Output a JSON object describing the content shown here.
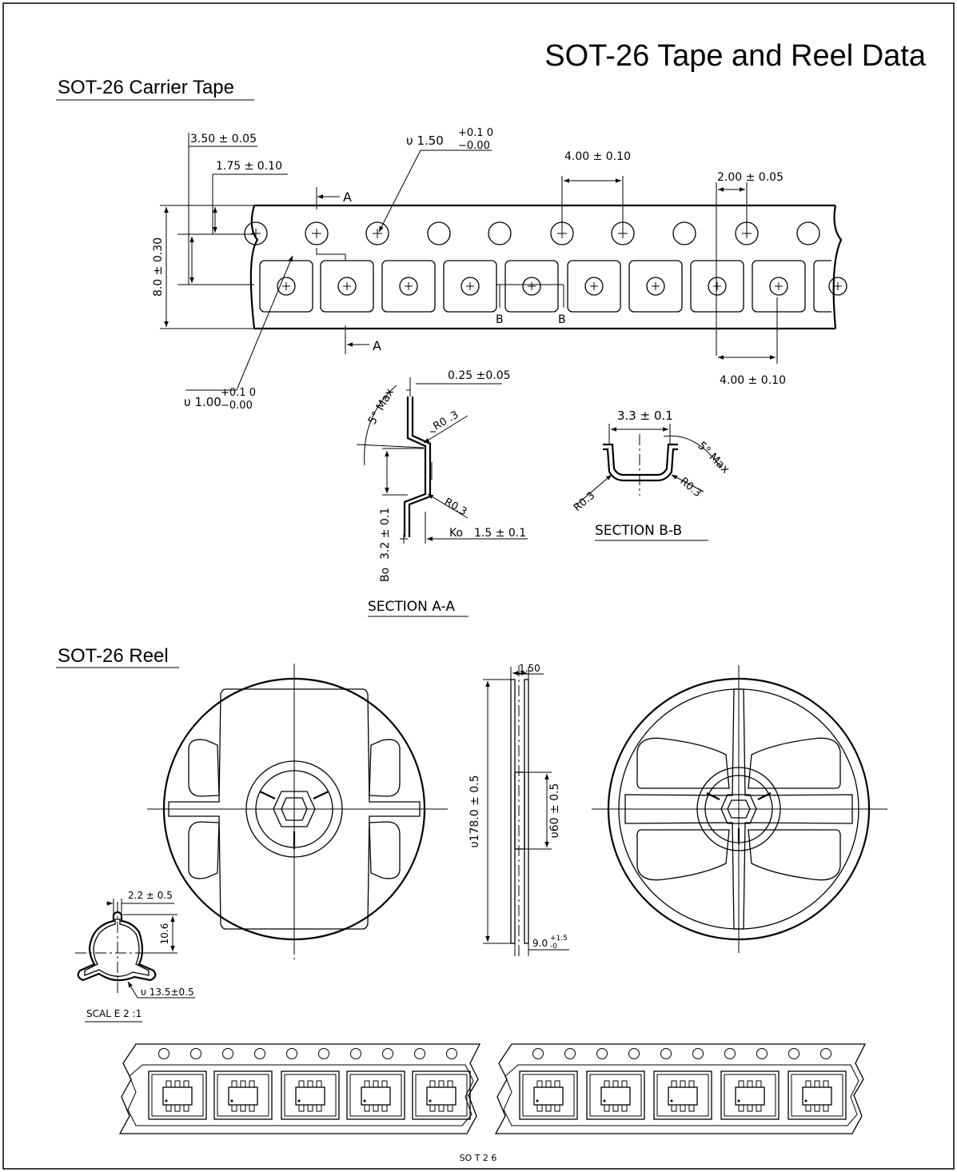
{
  "title": "SOT-26  Tape and Reel Data",
  "carrier_tape": {
    "heading": "SOT-26 Carrier Tape",
    "dims": {
      "d350": "3.50 ± 0.05",
      "d175": "1.75 ± 0.10",
      "d150_main": "υ 1.50",
      "d150_tol_plus": "+0.1 0",
      "d150_tol_minus": "−0.00",
      "d400_top": "4.00 ± 0.10",
      "d200": "2.00 ± 0.05",
      "d80": "8.0 ± 0.30",
      "d100_main": "υ 1.00",
      "d100_tol_plus": "+0.1 0",
      "d100_tol_minus": "−0.00",
      "d400_bottom": "4.00 ± 0.10"
    },
    "markers": {
      "a": "A",
      "b": "B"
    },
    "section_aa": {
      "label": "SECTION    A-A",
      "thickness": "0.25 ±0.05",
      "angle": "5° Max",
      "r_top": "R0 .3",
      "r_bottom": "R0.3",
      "ko": "Ko",
      "ko_value": "1.5 ± 0.1",
      "bo": "Bo",
      "bo_value": "3.2 ± 0.1"
    },
    "section_bb": {
      "label": "SECTION    B-B",
      "width": "3.3 ± 0.1",
      "angle": "5° Max",
      "r_left": "R0.3",
      "r_right": "R0.3"
    }
  },
  "reel": {
    "heading": "SOT-26 Reel",
    "width_top": "1.50",
    "outer_dia": "υ178.0 ± 0.5",
    "hub_dia": "υ60 ± 0.5",
    "width_bottom": "9.0",
    "width_bottom_tol_plus": "+1.5",
    "width_bottom_tol_minus": "-0",
    "detail": {
      "slot_width": "2.2 ± 0.5",
      "height": "10.6",
      "bore": "υ 13.5±0.5",
      "scale": "SCAL  E 2 :1"
    }
  },
  "footer_label": "SO T 2 6"
}
